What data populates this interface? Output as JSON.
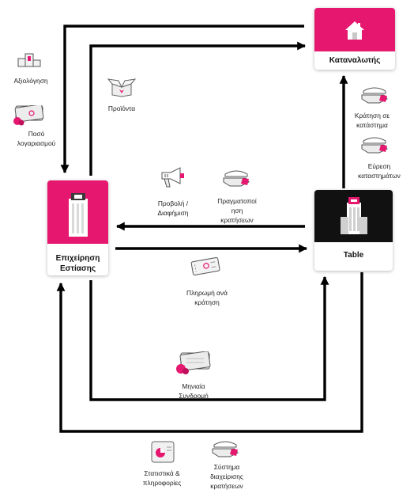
{
  "nodes": {
    "consumer": {
      "label": "Καταναλωτής",
      "icon": "house-icon"
    },
    "business": {
      "label_line1": "Επιχείρηση",
      "label_line2": "Εστίασης",
      "icon": "restaurant-building-icon"
    },
    "table": {
      "label": "Table",
      "icon": "hq-building-icon"
    }
  },
  "flows": {
    "rating": {
      "label": "Αξιολόγηση",
      "icon": "podium-icon"
    },
    "account_amount": {
      "label_line1": "Ποσό",
      "label_line2": "λογαριασμού",
      "icon": "payment-ticket-icon"
    },
    "products": {
      "label": "Προϊόντα",
      "icon": "package-icon"
    },
    "in_store_booking": {
      "label_line1": "Κράτηση σε",
      "label_line2": "κατάστημα",
      "icon": "serving-hand-icon"
    },
    "store_search": {
      "label_line1": "Εύρεση",
      "label_line2": "καταστημάτων",
      "icon": "serving-hand-icon"
    },
    "promotion": {
      "label_line1": "Προβολή /",
      "label_line2": "Διαφήμιση",
      "icon": "megaphone-icon"
    },
    "bookings_made": {
      "label_line1": "Πραγματοποί",
      "label_line2": "ηση",
      "label_line3": "κρατήσεων",
      "icon": "serving-hand-icon"
    },
    "pay_per_booking": {
      "label_line1": "Πληρωμή ανά",
      "label_line2": "κράτηση",
      "icon": "ticket-icon"
    },
    "monthly_subscription": {
      "label_line1": "Μηνιαία",
      "label_line2": "Συνδρομή",
      "icon": "payment-ticket-icon"
    },
    "statistics": {
      "label_line1": "Στατιστικά &",
      "label_line2": "πληροφορίες",
      "icon": "chart-card-icon"
    },
    "booking_system": {
      "label_line1": "Σύστημα",
      "label_line2": "διαχείρισης",
      "label_line3": "κρατήσεων",
      "icon": "serving-hand-icon"
    }
  },
  "colors": {
    "accent": "#e5176f",
    "dark": "#111111",
    "line": "#000000"
  }
}
